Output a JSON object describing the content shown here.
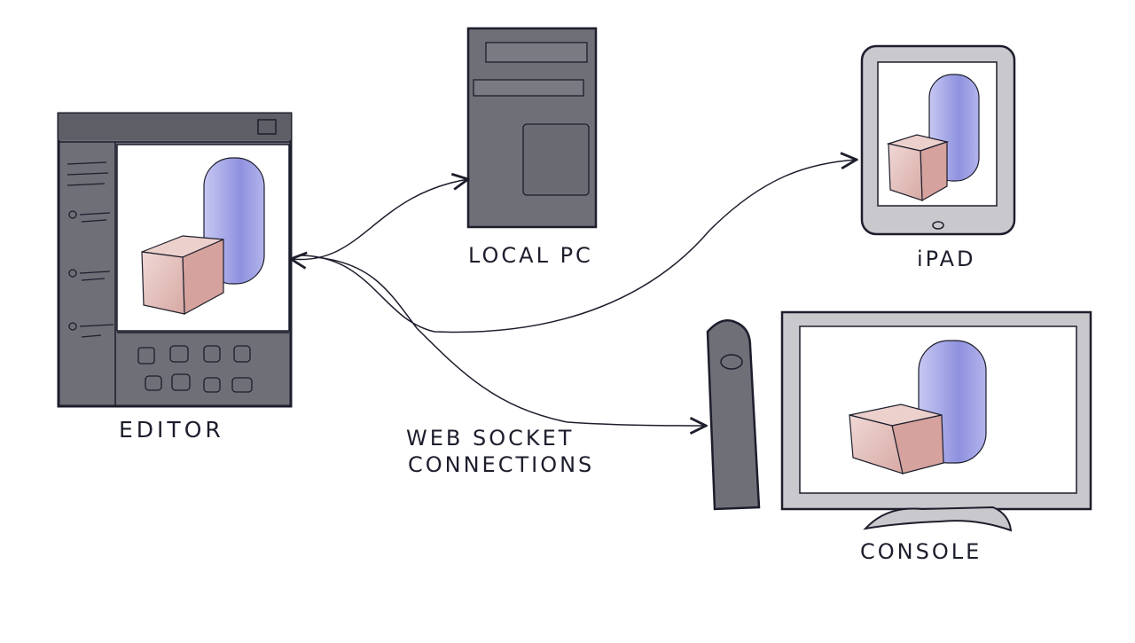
{
  "labels": {
    "editor": "EDITOR",
    "local_pc": "LOCAL PC",
    "ipad": "iPAD",
    "console": "CONSOLE",
    "connections_line1": "WEB SOCKET",
    "connections_line2": "CONNECTIONS"
  },
  "colors": {
    "ink": "#1d1e2c",
    "device_gray": "#6f6f78",
    "device_gray_light": "#c9c9cd",
    "paper": "#ffffff",
    "cube": "#d9aaa6",
    "pill": "#9d9ee0"
  }
}
